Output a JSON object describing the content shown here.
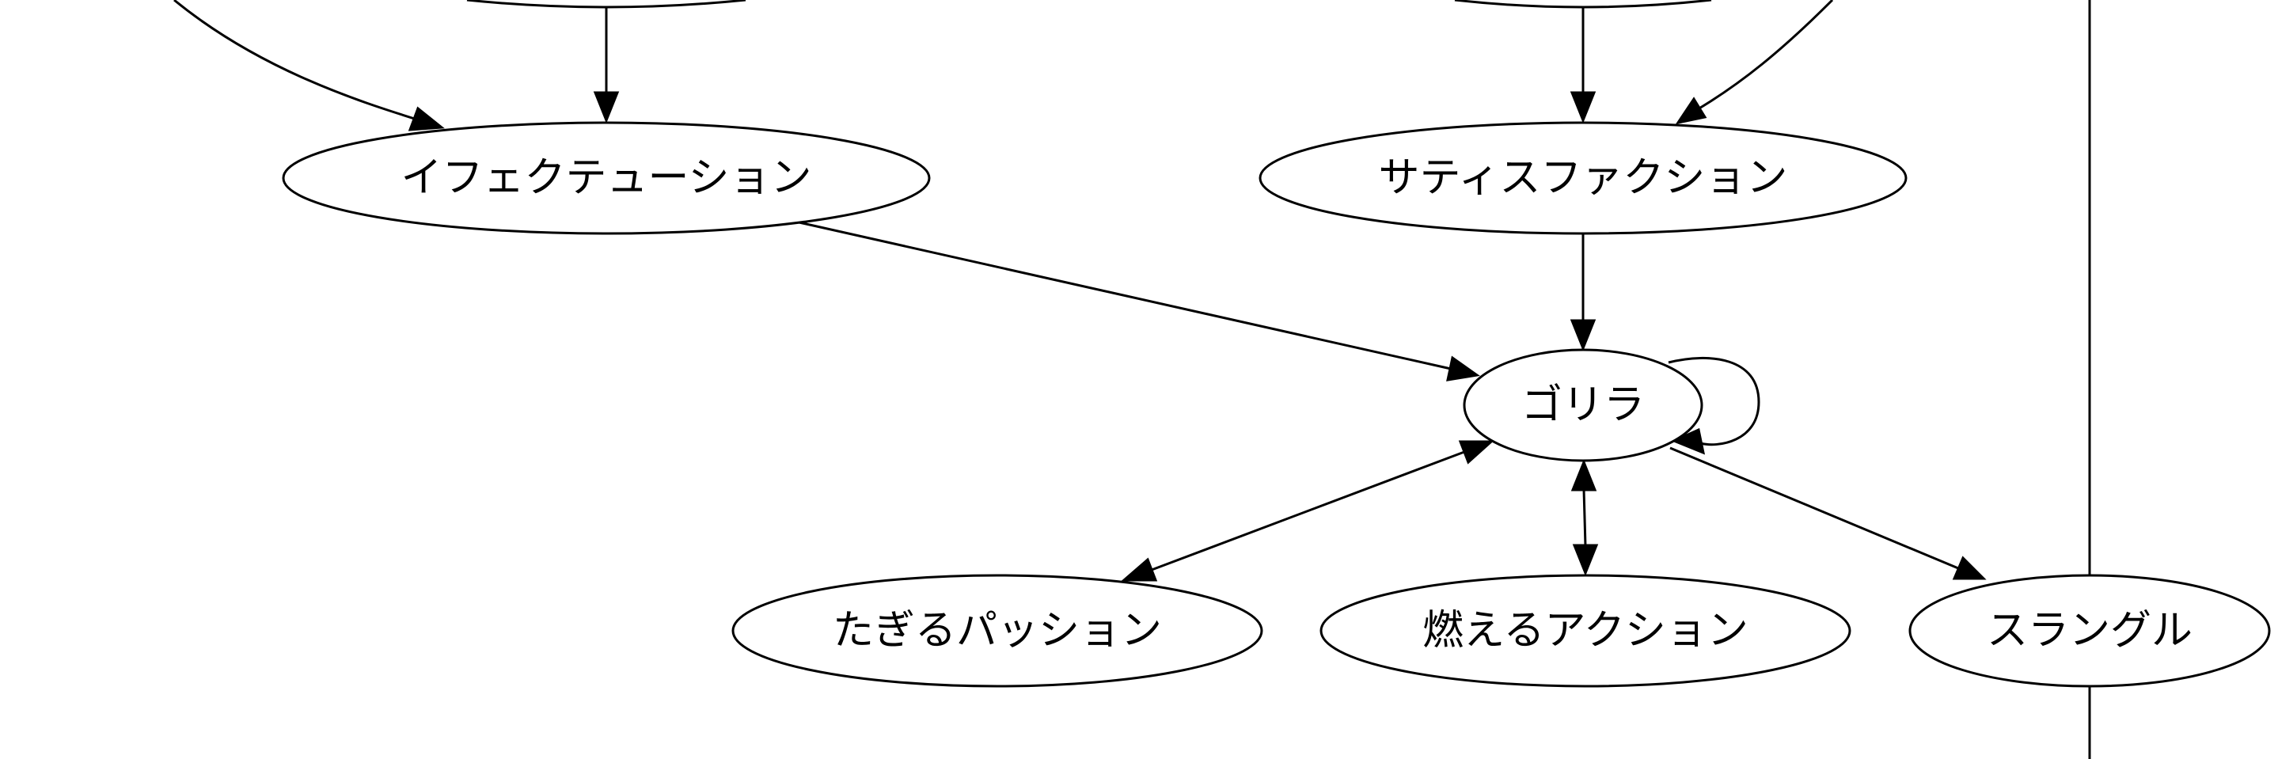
{
  "graph": {
    "directed": true,
    "nodes": [
      {
        "id": "effectuation",
        "label": "イフェクテューション"
      },
      {
        "id": "satisfaction",
        "label": "サティスファクション"
      },
      {
        "id": "gorilla",
        "label": "ゴリラ"
      },
      {
        "id": "tagiru",
        "label": "たぎるパッション"
      },
      {
        "id": "moeru",
        "label": "燃えるアクション"
      },
      {
        "id": "strangle",
        "label": "スラングル"
      }
    ],
    "edges": [
      {
        "from": "offscreen-left",
        "to": "effectuation",
        "dir": "forward"
      },
      {
        "from": "offscreen-top-left",
        "to": "effectuation",
        "dir": "forward"
      },
      {
        "from": "offscreen-top-right",
        "to": "satisfaction",
        "dir": "forward"
      },
      {
        "from": "offscreen-right",
        "to": "satisfaction",
        "dir": "forward"
      },
      {
        "from": "effectuation",
        "to": "gorilla",
        "dir": "forward"
      },
      {
        "from": "satisfaction",
        "to": "gorilla",
        "dir": "forward"
      },
      {
        "from": "gorilla",
        "to": "gorilla",
        "dir": "forward"
      },
      {
        "from": "gorilla",
        "to": "tagiru",
        "dir": "both"
      },
      {
        "from": "gorilla",
        "to": "moeru",
        "dir": "both"
      },
      {
        "from": "gorilla",
        "to": "strangle",
        "dir": "forward"
      },
      {
        "from": "offscreen-top-far-right",
        "to": "strangle",
        "dir": "none"
      },
      {
        "from": "strangle",
        "to": "offscreen-bottom-far-right",
        "dir": "none"
      }
    ]
  }
}
